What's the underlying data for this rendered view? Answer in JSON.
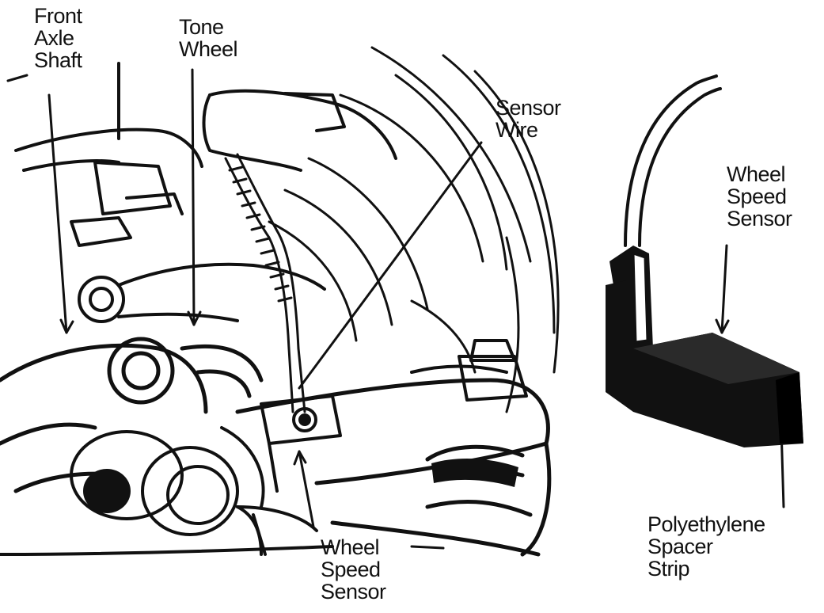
{
  "colors": {
    "ink": "#111111",
    "paper": "#ffffff",
    "shade": "#2a2a2a"
  },
  "labels": {
    "front_axle_shaft": [
      "Front",
      "Axle",
      "Shaft"
    ],
    "tone_wheel": [
      "Tone",
      "Wheel"
    ],
    "sensor_wire": [
      "Sensor",
      "Wire"
    ],
    "wheel_speed_sensor_right": [
      "Wheel",
      "Speed",
      "Sensor"
    ],
    "wheel_speed_sensor_bottom": [
      "Wheel",
      "Speed",
      "Sensor"
    ],
    "polyethylene_spacer_strip": [
      "Polyethylene",
      "Spacer",
      "Strip"
    ]
  }
}
